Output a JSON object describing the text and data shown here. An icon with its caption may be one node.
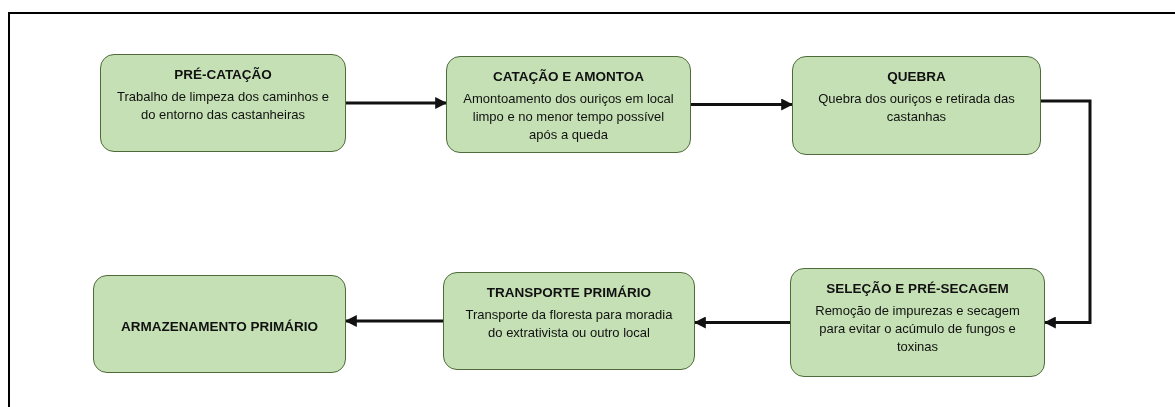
{
  "diagram": {
    "nodes": [
      {
        "text": [
          "PRÉ-CATAÇÃO",
          "Trabalho de limpeza dos caminhos e do entorno das castanheiras"
        ]
      },
      {
        "text": [
          "CATAÇÃO E AMONTOA",
          "Amontoamento dos ouriços em local limpo e no menor tempo possível após a queda"
        ]
      },
      {
        "text": [
          "QUEBRA",
          "Quebra dos ouriços e retirada das castanhas"
        ]
      },
      {
        "text": [
          "SELEÇÃO E PRÉ-SECAGEM",
          "Remoção de impurezas e secagem para evitar o acúmulo de fungos e toxinas"
        ]
      },
      {
        "text": [
          "TRANSPORTE PRIMÁRIO",
          "Transporte da floresta para moradia do extrativista ou outro local"
        ]
      },
      {
        "text": [
          "ARMAZENAMENTO PRIMÁRIO"
        ]
      }
    ],
    "edges": [
      {
        "from": 0,
        "to": 1,
        "arrow": "to"
      },
      {
        "from": 1,
        "to": 2,
        "arrow": "to"
      },
      {
        "from": 2,
        "to": 3,
        "arrow": "to"
      },
      {
        "from": 3,
        "to": 4,
        "arrow": "to"
      },
      {
        "from": 4,
        "to": 5,
        "arrow": "to"
      }
    ]
  }
}
